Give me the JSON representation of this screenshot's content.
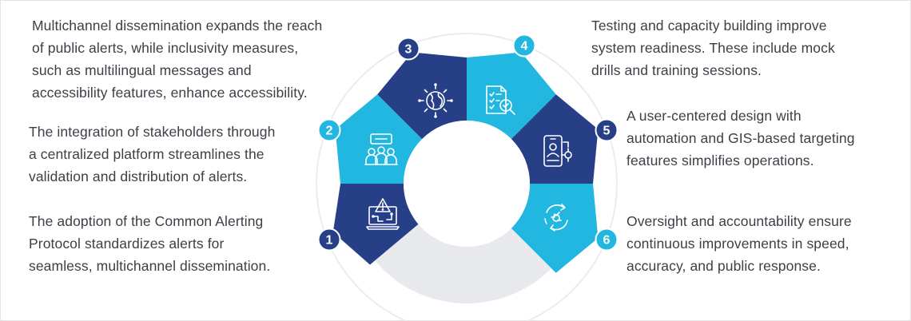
{
  "steps": [
    {
      "number": "1",
      "text": [
        "The adoption of the Common Alerting",
        "Protocol standardizes alerts for",
        "seamless, multichannel dissemination."
      ],
      "icon": "warning-laptop-icon",
      "segment_color": "#263f86",
      "badge_color": "#263f86"
    },
    {
      "number": "2",
      "text": [
        "The integration of stakeholders through",
        "a centralized platform streamlines the",
        "validation and distribution of alerts."
      ],
      "icon": "stakeholders-meeting-icon",
      "segment_color": "#21b7e0",
      "badge_color": "#21b7e0"
    },
    {
      "number": "3",
      "text": [
        "Multichannel dissemination expands the reach",
        "of public alerts, while inclusivity measures,",
        "such as multilingual messages and",
        "accessibility features, enhance accessibility."
      ],
      "icon": "globe-network-icon",
      "segment_color": "#263f86",
      "badge_color": "#263f86"
    },
    {
      "number": "4",
      "text": [
        "Testing and capacity building improve",
        "system readiness. These include mock",
        "drills and training sessions."
      ],
      "icon": "checklist-search-icon",
      "segment_color": "#21b7e0",
      "badge_color": "#21b7e0"
    },
    {
      "number": "5",
      "text": [
        "A user-centered design with",
        "automation and GIS-based targeting",
        "features simplifies operations."
      ],
      "icon": "mobile-user-icon",
      "segment_color": "#263f86",
      "badge_color": "#263f86"
    },
    {
      "number": "6",
      "text": [
        "Oversight and accountability ensure",
        "continuous improvements in speed,",
        "accuracy, and public response."
      ],
      "icon": "continuous-cycle-icon",
      "segment_color": "#21b7e0",
      "badge_color": "#21b7e0"
    }
  ],
  "colors": {
    "gap_segment": "#e8e9ec",
    "outer_ring": "#ececef",
    "text": "#3c3f46",
    "icon_stroke": "#ffffff"
  }
}
